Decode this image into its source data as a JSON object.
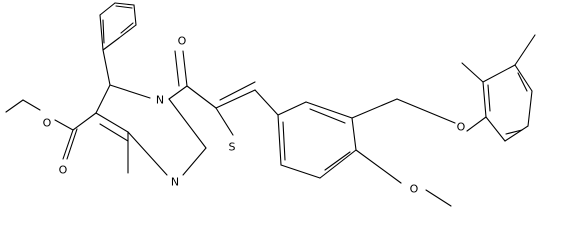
{
  "molecule": {
    "atom_labels": {
      "ester_carbonyl_o": "O",
      "ester_ether_o": "O",
      "ketone_o": "O",
      "ring_n": "N",
      "imine_n": "N",
      "thiazole_s": "S",
      "methoxy_o": "O",
      "aryl_ether_o": "O"
    }
  },
  "colors": {
    "bond": "#000000",
    "label": "#000000",
    "background": "#ffffff"
  }
}
